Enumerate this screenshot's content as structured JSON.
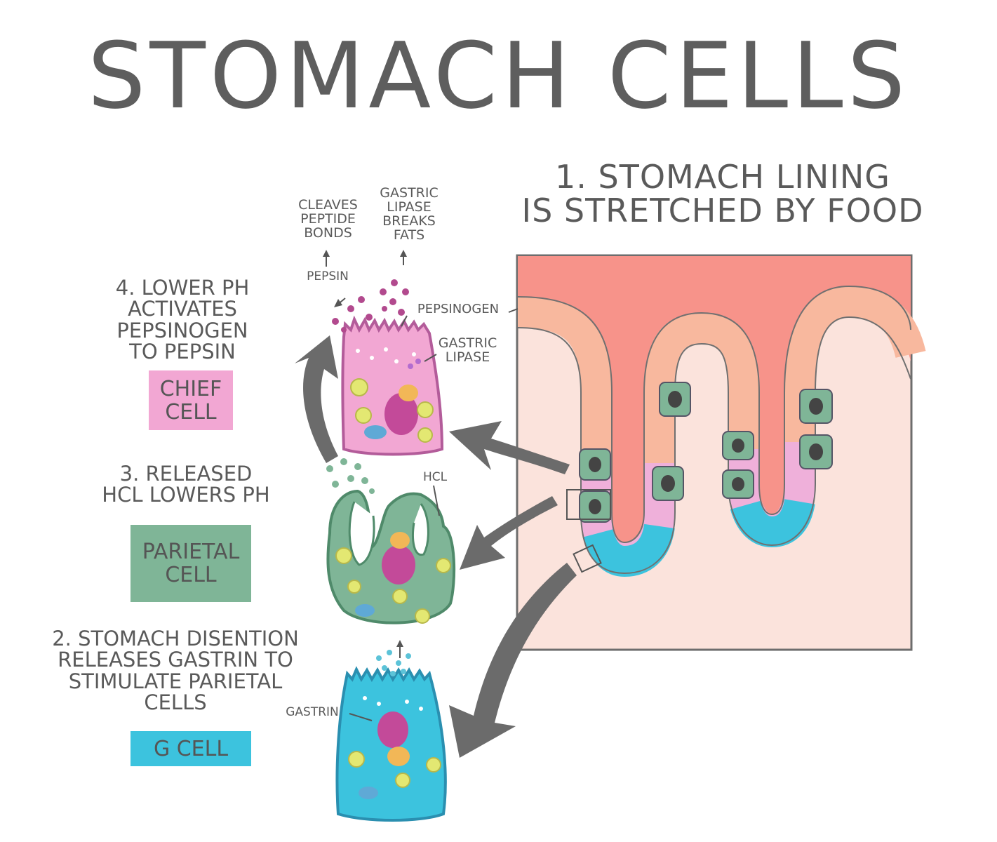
{
  "title": "STOMACH CELLS",
  "steps": {
    "step1": [
      "1. STOMACH LINING",
      "IS STRETCHED BY FOOD"
    ],
    "step2": [
      "2. STOMACH DISENTION",
      "RELEASES GASTRIN TO",
      "STIMULATE PARIETAL",
      "CELLS"
    ],
    "step3": [
      "3. RELEASED",
      "HCL LOWERS pH"
    ],
    "step4": [
      "4. LOWER pH",
      "ACTIVATES",
      "PEPSINOGEN",
      "TO PEPSIN"
    ]
  },
  "badges": {
    "chief": [
      "CHIEF",
      "CELL"
    ],
    "parietal": [
      "PARIETAL",
      "CELL"
    ],
    "g": [
      "G CELL"
    ]
  },
  "labels": {
    "cleaves": [
      "CLEAVES",
      "PEPTIDE",
      "BONDS"
    ],
    "gastric_lipase_breaks": [
      "GASTRIC",
      "LIPASE",
      "BREAKS",
      "FATS"
    ],
    "pepsin": "PEPSIN",
    "pepsinogen": "PEPSINOGEN",
    "gastric_lipase": [
      "GASTRIC",
      "LIPASE"
    ],
    "hcl": "HCL",
    "gastrin": "GASTRIN"
  },
  "colors": {
    "chief": "#f2a7d3",
    "parietal": "#7fb597",
    "g": "#3cc3de",
    "lumen": "#f7938a",
    "tissue": "#fbe3dc",
    "arrow": "#6b6b6b"
  }
}
